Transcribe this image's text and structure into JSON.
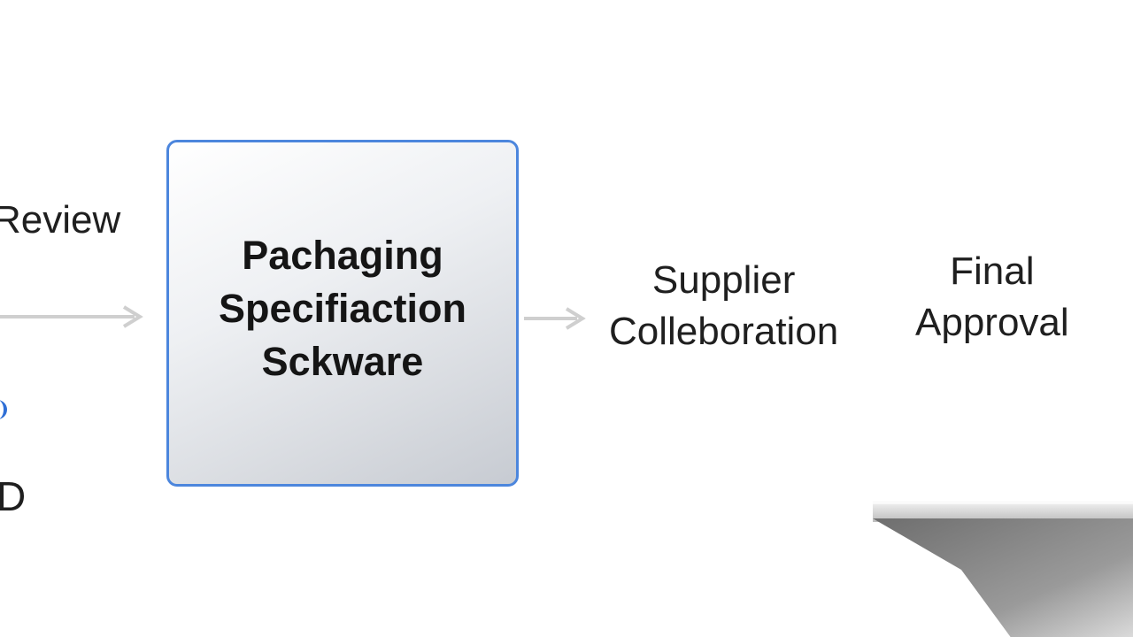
{
  "diagram": {
    "nodes": [
      {
        "id": "review",
        "label": "Review"
      },
      {
        "id": "packaging",
        "label": "Pachaging\nSpecifiaction\nSckware"
      },
      {
        "id": "supplier",
        "label": "Supplier\nColleboration"
      },
      {
        "id": "final",
        "label": "Final\nApproval"
      },
      {
        "id": "d",
        "label": "D"
      }
    ],
    "edges": [
      {
        "from": "review",
        "to": "packaging"
      },
      {
        "from": "packaging",
        "to": "supplier"
      }
    ]
  },
  "colors": {
    "box_border": "#4c86dd",
    "arrow": "#c9c9c9",
    "text": "#1d1d1d"
  }
}
